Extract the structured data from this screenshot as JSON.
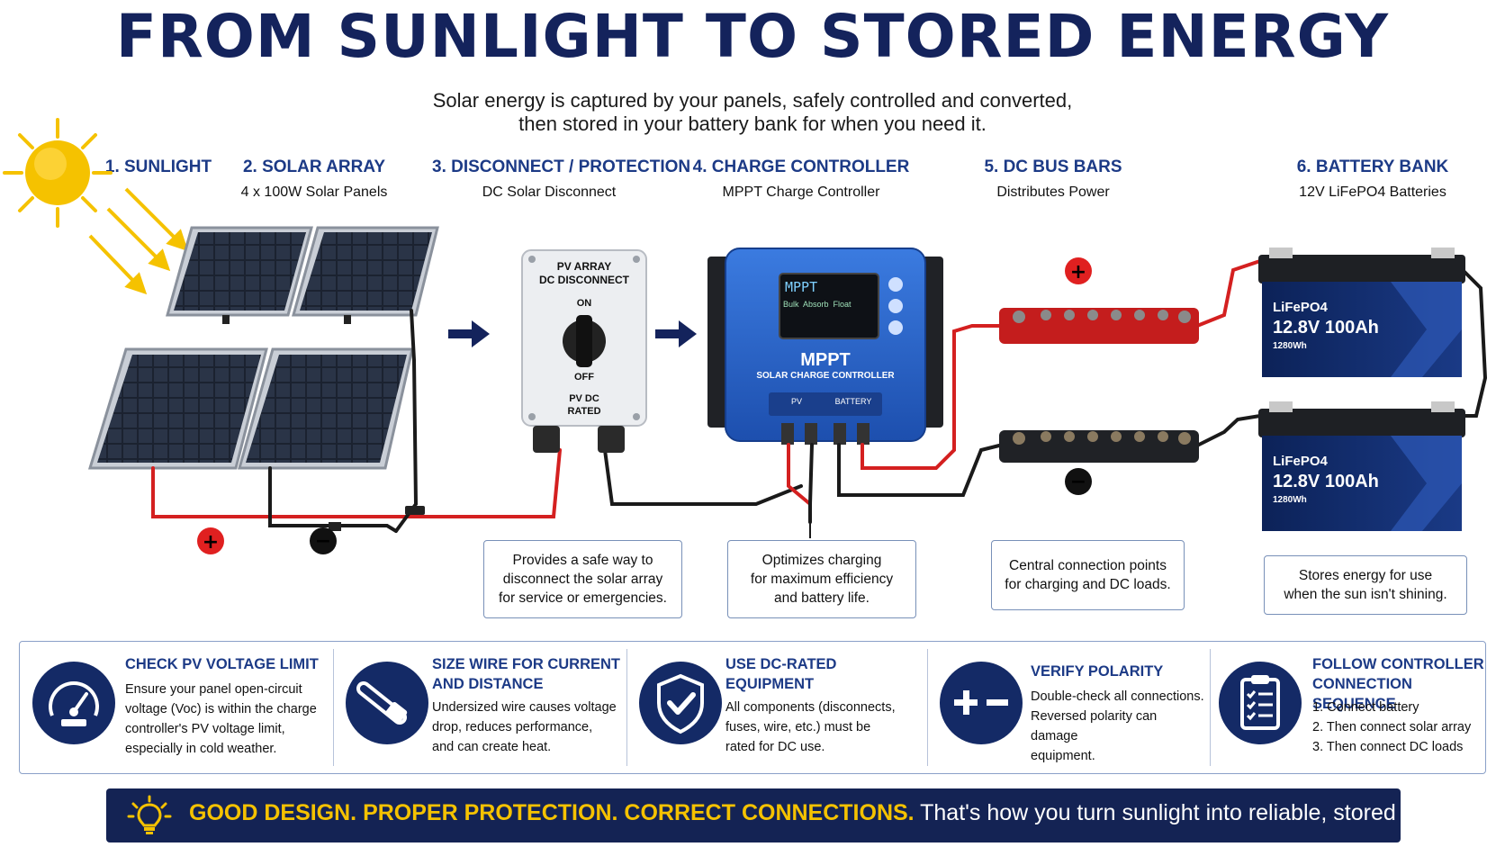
{
  "header": {
    "title": "FROM SUNLIGHT TO STORED ENERGY",
    "subtitle_line1": "Solar energy is captured by your panels, safely controlled and converted,",
    "subtitle_line2": "then stored in your battery bank for when you need it."
  },
  "steps": [
    {
      "heading": "1. SUNLIGHT",
      "sub": ""
    },
    {
      "heading": "2. SOLAR ARRAY",
      "sub": "4 x 100W Solar Panels"
    },
    {
      "heading": "3. DISCONNECT / PROTECTION",
      "sub": "DC Solar Disconnect"
    },
    {
      "heading": "4. CHARGE CONTROLLER",
      "sub": "MPPT Charge Controller"
    },
    {
      "heading": "5. DC BUS BARS",
      "sub": "Distributes Power"
    },
    {
      "heading": "6. BATTERY BANK",
      "sub": "12V LiFePO4 Batteries"
    }
  ],
  "disconnect": {
    "label_line1": "PV ARRAY",
    "label_line2": "DC DISCONNECT",
    "on": "ON",
    "off": "OFF",
    "rating_line1": "PV DC",
    "rating_line2": "RATED"
  },
  "controller": {
    "screen_title": "MPPT",
    "screen_modes": "Bulk  Absorb  Float",
    "brand": "MPPT",
    "name": "SOLAR CHARGE CONTROLLER",
    "port_pv": "PV",
    "port_battery": "BATTERY"
  },
  "battery": {
    "chemistry": "LiFePO4",
    "rating": "12.8V 100Ah",
    "energy": "1280Wh"
  },
  "polarity": {
    "positive": "+",
    "negative": "−"
  },
  "callouts": {
    "disconnect": [
      "Provides a safe way to",
      "disconnect the solar array",
      "for service or emergencies."
    ],
    "controller": [
      "Optimizes charging",
      "for maximum efficiency",
      "and battery life."
    ],
    "busbars": [
      "Central connection points",
      "for charging and DC loads."
    ],
    "battery": [
      "Stores energy for use",
      "when the sun isn't shining."
    ]
  },
  "tips": [
    {
      "head": [
        "CHECK PV VOLTAGE LIMIT"
      ],
      "body": [
        "Ensure your panel open-circuit",
        "voltage (Voc) is within the charge",
        "controller's PV voltage limit,",
        "especially in cold weather."
      ],
      "icon": "gauge-icon"
    },
    {
      "head": [
        "SIZE WIRE FOR CURRENT",
        "AND DISTANCE"
      ],
      "body": [
        "Undersized wire causes voltage",
        "drop, reduces performance,",
        "and can create heat."
      ],
      "icon": "wire-icon"
    },
    {
      "head": [
        "USE DC-RATED",
        "EQUIPMENT"
      ],
      "body": [
        "All components (disconnects,",
        "fuses, wire, etc.) must be",
        "rated for DC use."
      ],
      "icon": "shield-check-icon"
    },
    {
      "head": [
        "VERIFY POLARITY"
      ],
      "body": [
        "Double-check all connections.",
        "Reversed polarity can damage",
        "equipment."
      ],
      "icon": "plus-minus-icon"
    },
    {
      "head": [
        "FOLLOW CONTROLLER",
        "CONNECTION SEQUENCE"
      ],
      "body": [
        "1. Connect battery",
        "2. Then connect solar array",
        "3. Then connect DC loads"
      ],
      "icon": "clipboard-icon"
    }
  ],
  "footer": {
    "bold": "GOOD DESIGN. PROPER PROTECTION. CORRECT CONNECTIONS.",
    "rest": " That's how you turn sunlight into reliable, stored energy."
  },
  "colors": {
    "navy": "#14235c",
    "heading_blue": "#1c3a86",
    "gold": "#f5c200",
    "positive_red": "#e02020",
    "wire_red": "#d42020",
    "controller_blue": "#2a62c8",
    "battery_navy": "#0f2660"
  }
}
